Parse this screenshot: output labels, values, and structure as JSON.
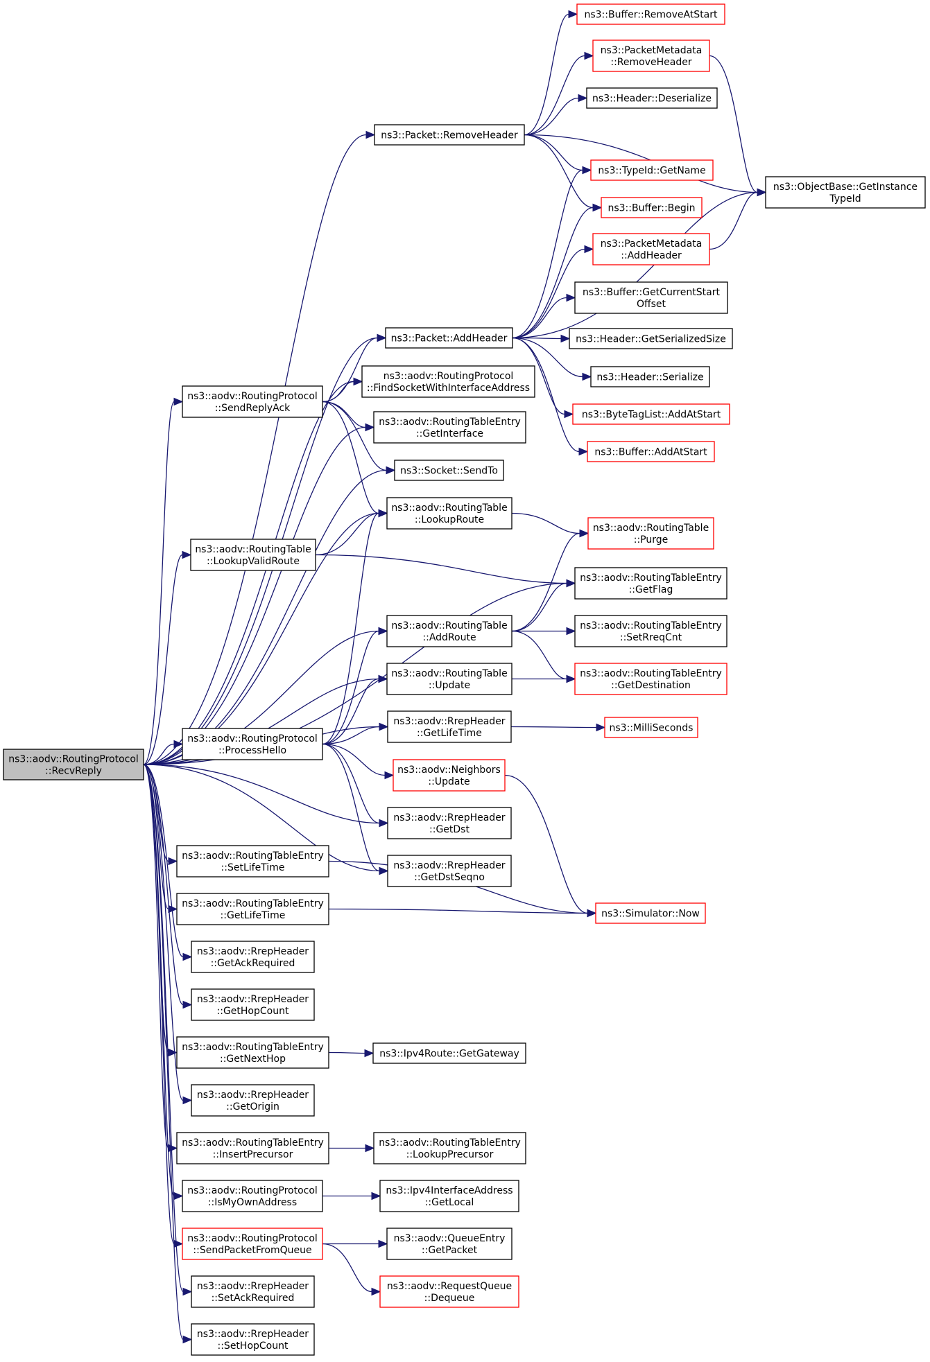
{
  "colors": {
    "edge": "#191970",
    "node_border": "#000000",
    "node_border_incomplete": "#ff0000",
    "root_fill": "#bfbfbf"
  },
  "nodes": [
    {
      "id": "root",
      "lines": [
        "ns3::aodv::RoutingProtocol",
        "::RecvReply"
      ],
      "style": "root"
    },
    {
      "id": "rmAtStart",
      "lines": [
        "ns3::Buffer::RemoveAtStart"
      ],
      "style": "red"
    },
    {
      "id": "pmRemoveHeader",
      "lines": [
        "ns3::PacketMetadata",
        "::RemoveHeader"
      ],
      "style": "red"
    },
    {
      "id": "hdrDeserialize",
      "lines": [
        "ns3::Header::Deserialize"
      ],
      "style": "normal"
    },
    {
      "id": "pktRemoveHeader",
      "lines": [
        "ns3::Packet::RemoveHeader"
      ],
      "style": "normal"
    },
    {
      "id": "typeIdGetName",
      "lines": [
        "ns3::TypeId::GetName"
      ],
      "style": "red"
    },
    {
      "id": "objGetInstanceTypeId",
      "lines": [
        "ns3::ObjectBase::GetInstance",
        "TypeId"
      ],
      "style": "normal"
    },
    {
      "id": "bufBegin",
      "lines": [
        "ns3::Buffer::Begin"
      ],
      "style": "red"
    },
    {
      "id": "pmAddHeader",
      "lines": [
        "ns3::PacketMetadata",
        "::AddHeader"
      ],
      "style": "red"
    },
    {
      "id": "bufGetCurrentStartOffset",
      "lines": [
        "ns3::Buffer::GetCurrentStart",
        "Offset"
      ],
      "style": "normal"
    },
    {
      "id": "pktAddHeader",
      "lines": [
        "ns3::Packet::AddHeader"
      ],
      "style": "normal"
    },
    {
      "id": "hdrGetSerializedSize",
      "lines": [
        "ns3::Header::GetSerializedSize"
      ],
      "style": "normal"
    },
    {
      "id": "findSocket",
      "lines": [
        "ns3::aodv::RoutingProtocol",
        "::FindSocketWithInterfaceAddress"
      ],
      "style": "normal"
    },
    {
      "id": "hdrSerialize",
      "lines": [
        "ns3::Header::Serialize"
      ],
      "style": "normal"
    },
    {
      "id": "sendReplyAck",
      "lines": [
        "ns3::aodv::RoutingProtocol",
        "::SendReplyAck"
      ],
      "style": "normal"
    },
    {
      "id": "byteTagAddAtStart",
      "lines": [
        "ns3::ByteTagList::AddAtStart"
      ],
      "style": "red"
    },
    {
      "id": "rteGetInterface",
      "lines": [
        "ns3::aodv::RoutingTableEntry",
        "::GetInterface"
      ],
      "style": "normal"
    },
    {
      "id": "bufAddAtStart",
      "lines": [
        "ns3::Buffer::AddAtStart"
      ],
      "style": "red"
    },
    {
      "id": "socketSendTo",
      "lines": [
        "ns3::Socket::SendTo"
      ],
      "style": "normal"
    },
    {
      "id": "rtLookupRoute",
      "lines": [
        "ns3::aodv::RoutingTable",
        "::LookupRoute"
      ],
      "style": "normal"
    },
    {
      "id": "rtPurge",
      "lines": [
        "ns3::aodv::RoutingTable",
        "::Purge"
      ],
      "style": "red"
    },
    {
      "id": "rtLookupValidRoute",
      "lines": [
        "ns3::aodv::RoutingTable",
        "::LookupValidRoute"
      ],
      "style": "normal"
    },
    {
      "id": "rteGetFlag",
      "lines": [
        "ns3::aodv::RoutingTableEntry",
        "::GetFlag"
      ],
      "style": "normal"
    },
    {
      "id": "rtAddRoute",
      "lines": [
        "ns3::aodv::RoutingTable",
        "::AddRoute"
      ],
      "style": "normal"
    },
    {
      "id": "rteSetRreqCnt",
      "lines": [
        "ns3::aodv::RoutingTableEntry",
        "::SetRreqCnt"
      ],
      "style": "normal"
    },
    {
      "id": "rtUpdate",
      "lines": [
        "ns3::aodv::RoutingTable",
        "::Update"
      ],
      "style": "normal"
    },
    {
      "id": "rteGetDestination",
      "lines": [
        "ns3::aodv::RoutingTableEntry",
        "::GetDestination"
      ],
      "style": "red"
    },
    {
      "id": "rrepGetLifeTime",
      "lines": [
        "ns3::aodv::RrepHeader",
        "::GetLifeTime"
      ],
      "style": "normal"
    },
    {
      "id": "milliSeconds",
      "lines": [
        "ns3::MilliSeconds"
      ],
      "style": "red"
    },
    {
      "id": "processHello",
      "lines": [
        "ns3::aodv::RoutingProtocol",
        "::ProcessHello"
      ],
      "style": "normal"
    },
    {
      "id": "neighborsUpdate",
      "lines": [
        "ns3::aodv::Neighbors",
        "::Update"
      ],
      "style": "red"
    },
    {
      "id": "rrepGetDst",
      "lines": [
        "ns3::aodv::RrepHeader",
        "::GetDst"
      ],
      "style": "normal"
    },
    {
      "id": "rteSetLifeTime",
      "lines": [
        "ns3::aodv::RoutingTableEntry",
        "::SetLifeTime"
      ],
      "style": "normal"
    },
    {
      "id": "rrepGetDstSeqno",
      "lines": [
        "ns3::aodv::RrepHeader",
        "::GetDstSeqno"
      ],
      "style": "normal"
    },
    {
      "id": "rteGetLifeTime",
      "lines": [
        "ns3::aodv::RoutingTableEntry",
        "::GetLifeTime"
      ],
      "style": "normal"
    },
    {
      "id": "simulatorNow",
      "lines": [
        "ns3::Simulator::Now"
      ],
      "style": "red"
    },
    {
      "id": "rrepGetAckRequired",
      "lines": [
        "ns3::aodv::RrepHeader",
        "::GetAckRequired"
      ],
      "style": "normal"
    },
    {
      "id": "rrepGetHopCount",
      "lines": [
        "ns3::aodv::RrepHeader",
        "::GetHopCount"
      ],
      "style": "normal"
    },
    {
      "id": "rteGetNextHop",
      "lines": [
        "ns3::aodv::RoutingTableEntry",
        "::GetNextHop"
      ],
      "style": "normal"
    },
    {
      "id": "ipv4RouteGetGateway",
      "lines": [
        "ns3::Ipv4Route::GetGateway"
      ],
      "style": "normal"
    },
    {
      "id": "rrepGetOrigin",
      "lines": [
        "ns3::aodv::RrepHeader",
        "::GetOrigin"
      ],
      "style": "normal"
    },
    {
      "id": "rteInsertPrecursor",
      "lines": [
        "ns3::aodv::RoutingTableEntry",
        "::InsertPrecursor"
      ],
      "style": "normal"
    },
    {
      "id": "rteLookupPrecursor",
      "lines": [
        "ns3::aodv::RoutingTableEntry",
        "::LookupPrecursor"
      ],
      "style": "normal"
    },
    {
      "id": "isMyOwnAddress",
      "lines": [
        "ns3::aodv::RoutingProtocol",
        "::IsMyOwnAddress"
      ],
      "style": "normal"
    },
    {
      "id": "ipv4IfaceGetLocal",
      "lines": [
        "ns3::Ipv4InterfaceAddress",
        "::GetLocal"
      ],
      "style": "normal"
    },
    {
      "id": "sendPacketFromQueue",
      "lines": [
        "ns3::aodv::RoutingProtocol",
        "::SendPacketFromQueue"
      ],
      "style": "red"
    },
    {
      "id": "queueEntryGetPacket",
      "lines": [
        "ns3::aodv::QueueEntry",
        "::GetPacket"
      ],
      "style": "normal"
    },
    {
      "id": "requestQueueDequeue",
      "lines": [
        "ns3::aodv::RequestQueue",
        "::Dequeue"
      ],
      "style": "red"
    },
    {
      "id": "rrepSetAckRequired",
      "lines": [
        "ns3::aodv::RrepHeader",
        "::SetAckRequired"
      ],
      "style": "normal"
    },
    {
      "id": "rrepSetHopCount",
      "lines": [
        "ns3::aodv::RrepHeader",
        "::SetHopCount"
      ],
      "style": "normal"
    }
  ],
  "edges": [
    [
      "root",
      "pktRemoveHeader"
    ],
    [
      "root",
      "pktAddHeader"
    ],
    [
      "root",
      "findSocket"
    ],
    [
      "root",
      "sendReplyAck"
    ],
    [
      "root",
      "rteGetInterface"
    ],
    [
      "root",
      "socketSendTo"
    ],
    [
      "root",
      "rtLookupRoute"
    ],
    [
      "root",
      "rtLookupValidRoute"
    ],
    [
      "root",
      "rteGetFlag"
    ],
    [
      "root",
      "rtAddRoute"
    ],
    [
      "root",
      "rtUpdate"
    ],
    [
      "root",
      "rrepGetLifeTime"
    ],
    [
      "root",
      "processHello"
    ],
    [
      "root",
      "rrepGetDst"
    ],
    [
      "root",
      "rrepGetDstSeqno"
    ],
    [
      "root",
      "rteSetLifeTime"
    ],
    [
      "root",
      "rteGetLifeTime"
    ],
    [
      "root",
      "rrepGetAckRequired"
    ],
    [
      "root",
      "rrepGetHopCount"
    ],
    [
      "root",
      "rteGetNextHop"
    ],
    [
      "root",
      "rrepGetOrigin"
    ],
    [
      "root",
      "rteInsertPrecursor"
    ],
    [
      "root",
      "isMyOwnAddress"
    ],
    [
      "root",
      "sendPacketFromQueue"
    ],
    [
      "root",
      "rrepSetAckRequired"
    ],
    [
      "root",
      "rrepSetHopCount"
    ],
    [
      "pktRemoveHeader",
      "rmAtStart"
    ],
    [
      "pktRemoveHeader",
      "pmRemoveHeader"
    ],
    [
      "pktRemoveHeader",
      "hdrDeserialize"
    ],
    [
      "pktRemoveHeader",
      "objGetInstanceTypeId"
    ],
    [
      "pktRemoveHeader",
      "typeIdGetName"
    ],
    [
      "pktRemoveHeader",
      "bufBegin"
    ],
    [
      "pmRemoveHeader",
      "objGetInstanceTypeId"
    ],
    [
      "pmAddHeader",
      "objGetInstanceTypeId"
    ],
    [
      "pktAddHeader",
      "typeIdGetName"
    ],
    [
      "pktAddHeader",
      "bufBegin"
    ],
    [
      "pktAddHeader",
      "pmAddHeader"
    ],
    [
      "pktAddHeader",
      "bufGetCurrentStartOffset"
    ],
    [
      "pktAddHeader",
      "hdrGetSerializedSize"
    ],
    [
      "pktAddHeader",
      "hdrSerialize"
    ],
    [
      "pktAddHeader",
      "byteTagAddAtStart"
    ],
    [
      "pktAddHeader",
      "bufAddAtStart"
    ],
    [
      "pktAddHeader",
      "objGetInstanceTypeId"
    ],
    [
      "sendReplyAck",
      "pktAddHeader"
    ],
    [
      "sendReplyAck",
      "findSocket"
    ],
    [
      "sendReplyAck",
      "rteGetInterface"
    ],
    [
      "sendReplyAck",
      "socketSendTo"
    ],
    [
      "sendReplyAck",
      "rtLookupRoute"
    ],
    [
      "rtLookupRoute",
      "rtPurge"
    ],
    [
      "rtLookupValidRoute",
      "rtLookupRoute"
    ],
    [
      "rtLookupValidRoute",
      "rteGetFlag"
    ],
    [
      "rtAddRoute",
      "rtPurge"
    ],
    [
      "rtAddRoute",
      "rteGetFlag"
    ],
    [
      "rtAddRoute",
      "rteSetRreqCnt"
    ],
    [
      "rtAddRoute",
      "rteGetDestination"
    ],
    [
      "rtUpdate",
      "rteGetDestination"
    ],
    [
      "rrepGetLifeTime",
      "milliSeconds"
    ],
    [
      "processHello",
      "rtLookupRoute"
    ],
    [
      "processHello",
      "rtAddRoute"
    ],
    [
      "processHello",
      "rtUpdate"
    ],
    [
      "processHello",
      "rrepGetLifeTime"
    ],
    [
      "processHello",
      "neighborsUpdate"
    ],
    [
      "processHello",
      "rrepGetDst"
    ],
    [
      "processHello",
      "rrepGetDstSeqno"
    ],
    [
      "neighborsUpdate",
      "simulatorNow"
    ],
    [
      "rteSetLifeTime",
      "simulatorNow"
    ],
    [
      "rteGetLifeTime",
      "simulatorNow"
    ],
    [
      "rteGetNextHop",
      "ipv4RouteGetGateway"
    ],
    [
      "rteInsertPrecursor",
      "rteLookupPrecursor"
    ],
    [
      "isMyOwnAddress",
      "ipv4IfaceGetLocal"
    ],
    [
      "sendPacketFromQueue",
      "queueEntryGetPacket"
    ],
    [
      "sendPacketFromQueue",
      "requestQueueDequeue"
    ]
  ]
}
